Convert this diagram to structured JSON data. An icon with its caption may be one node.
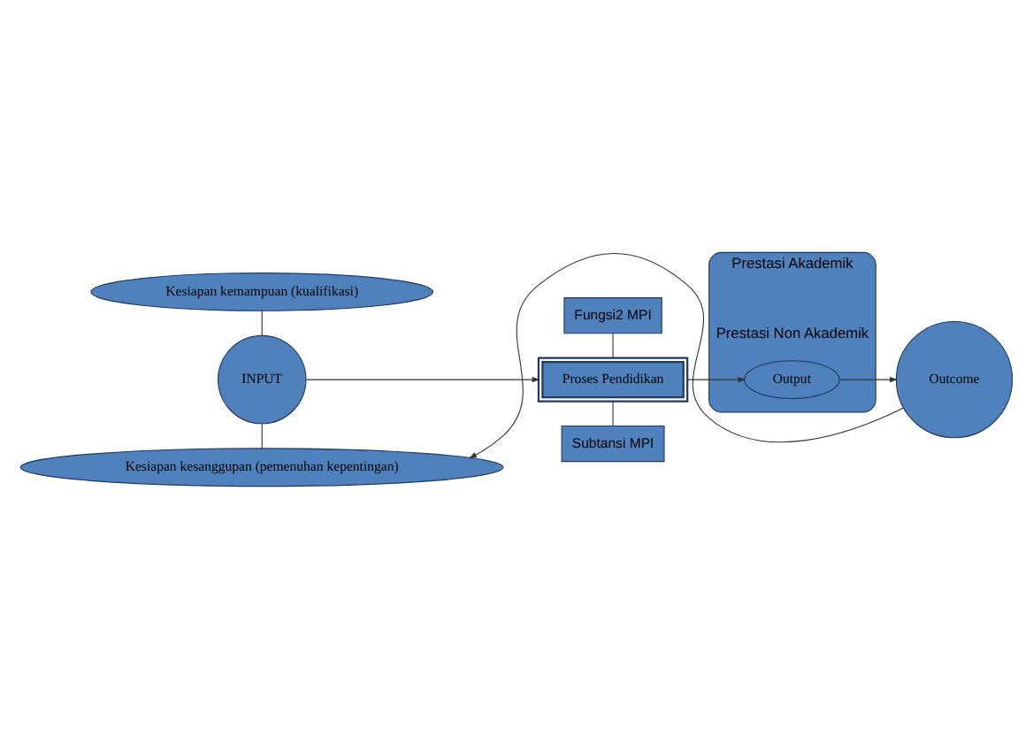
{
  "diagram": {
    "nodes": [
      {
        "text": [
          "Kesiapan kemampuan (kualifikasi)"
        ]
      },
      {
        "text": [
          "Fungsi2 MPI"
        ]
      },
      {
        "text": [
          "INPUT"
        ]
      },
      {
        "text": [
          "Proses Pendidikan"
        ]
      },
      {
        "text": [
          "Prestasi Akademik",
          "Prestasi Non Akademik"
        ]
      },
      {
        "text": [
          "Output"
        ],
        "in": 4
      },
      {
        "text": [
          "Outcome"
        ]
      },
      {
        "text": [
          "Subtansi MPI"
        ]
      },
      {
        "text": [
          "Kesiapan kesanggupan (pemenuhan kepentingan)"
        ]
      }
    ],
    "edges": [
      {
        "from": 0,
        "to": 2,
        "arrow": "none"
      },
      {
        "from": 2,
        "to": 8,
        "arrow": "none"
      },
      {
        "from": 1,
        "to": 3,
        "arrow": "none"
      },
      {
        "from": 3,
        "to": 7,
        "arrow": "none"
      },
      {
        "from": 2,
        "to": 3,
        "arrow": "to"
      },
      {
        "from": 3,
        "to": 5,
        "arrow": "to"
      },
      {
        "from": 5,
        "to": 6,
        "arrow": "to"
      },
      {
        "from": 6,
        "to": 8,
        "arrow": "to"
      }
    ]
  }
}
